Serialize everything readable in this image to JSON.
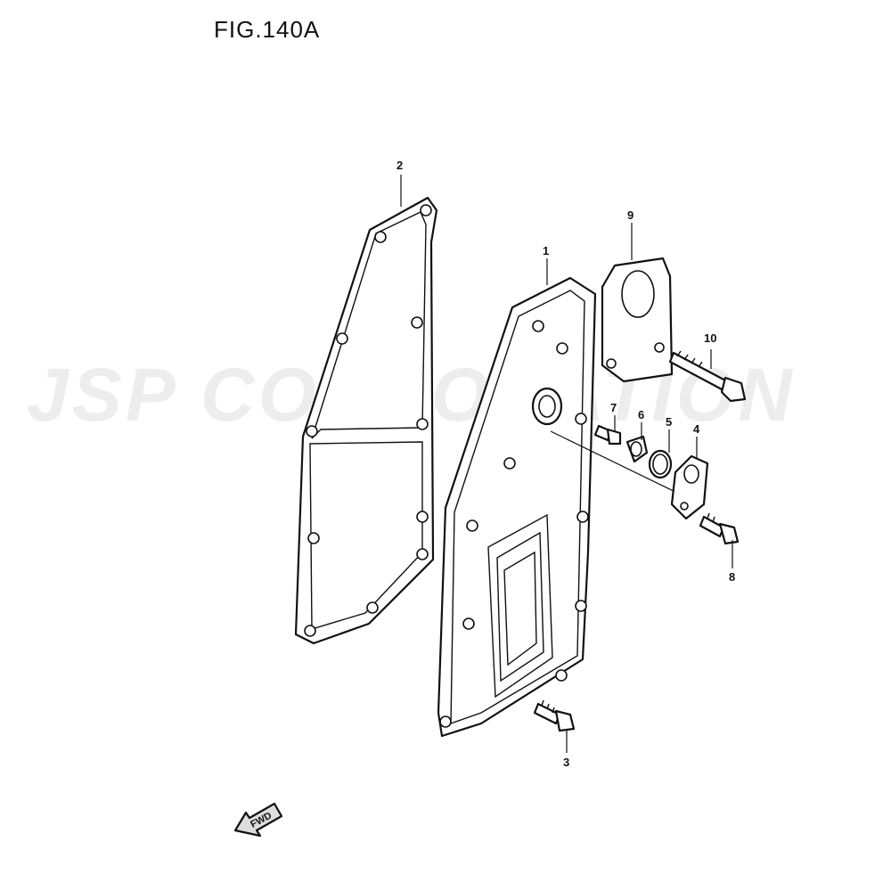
{
  "figure": {
    "title": "FIG.140A"
  },
  "watermark": {
    "text": "JSP CORPORATION"
  },
  "callouts": {
    "c1": "1",
    "c2": "2",
    "c3": "3",
    "c4": "4",
    "c5": "5",
    "c6": "6",
    "c7": "7",
    "c8": "8",
    "c9": "9",
    "c10": "10"
  },
  "fwd": {
    "label": "FWD",
    "icon": "fwd-arrow-icon"
  }
}
